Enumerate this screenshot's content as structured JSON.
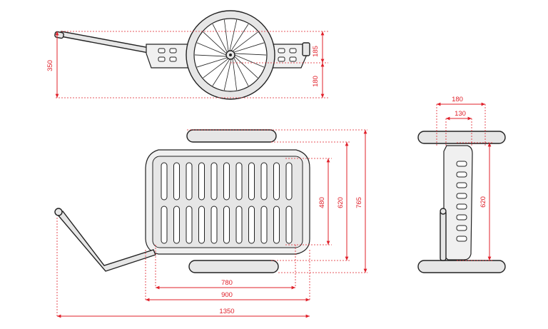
{
  "colors": {
    "dimension": "#e0202a",
    "outline": "#222222",
    "fill": "#e6e6e6",
    "background": "#ffffff"
  },
  "side_view": {
    "overall_height": "350",
    "upper_height": "185",
    "lower_height": "180"
  },
  "top_view": {
    "width_total": "765",
    "width_mid": "620",
    "width_inner": "480",
    "length_inner": "780",
    "length_mid": "900",
    "length_total": "1350"
  },
  "front_view": {
    "top_width_outer": "180",
    "top_width_inner": "130",
    "height": "620"
  }
}
